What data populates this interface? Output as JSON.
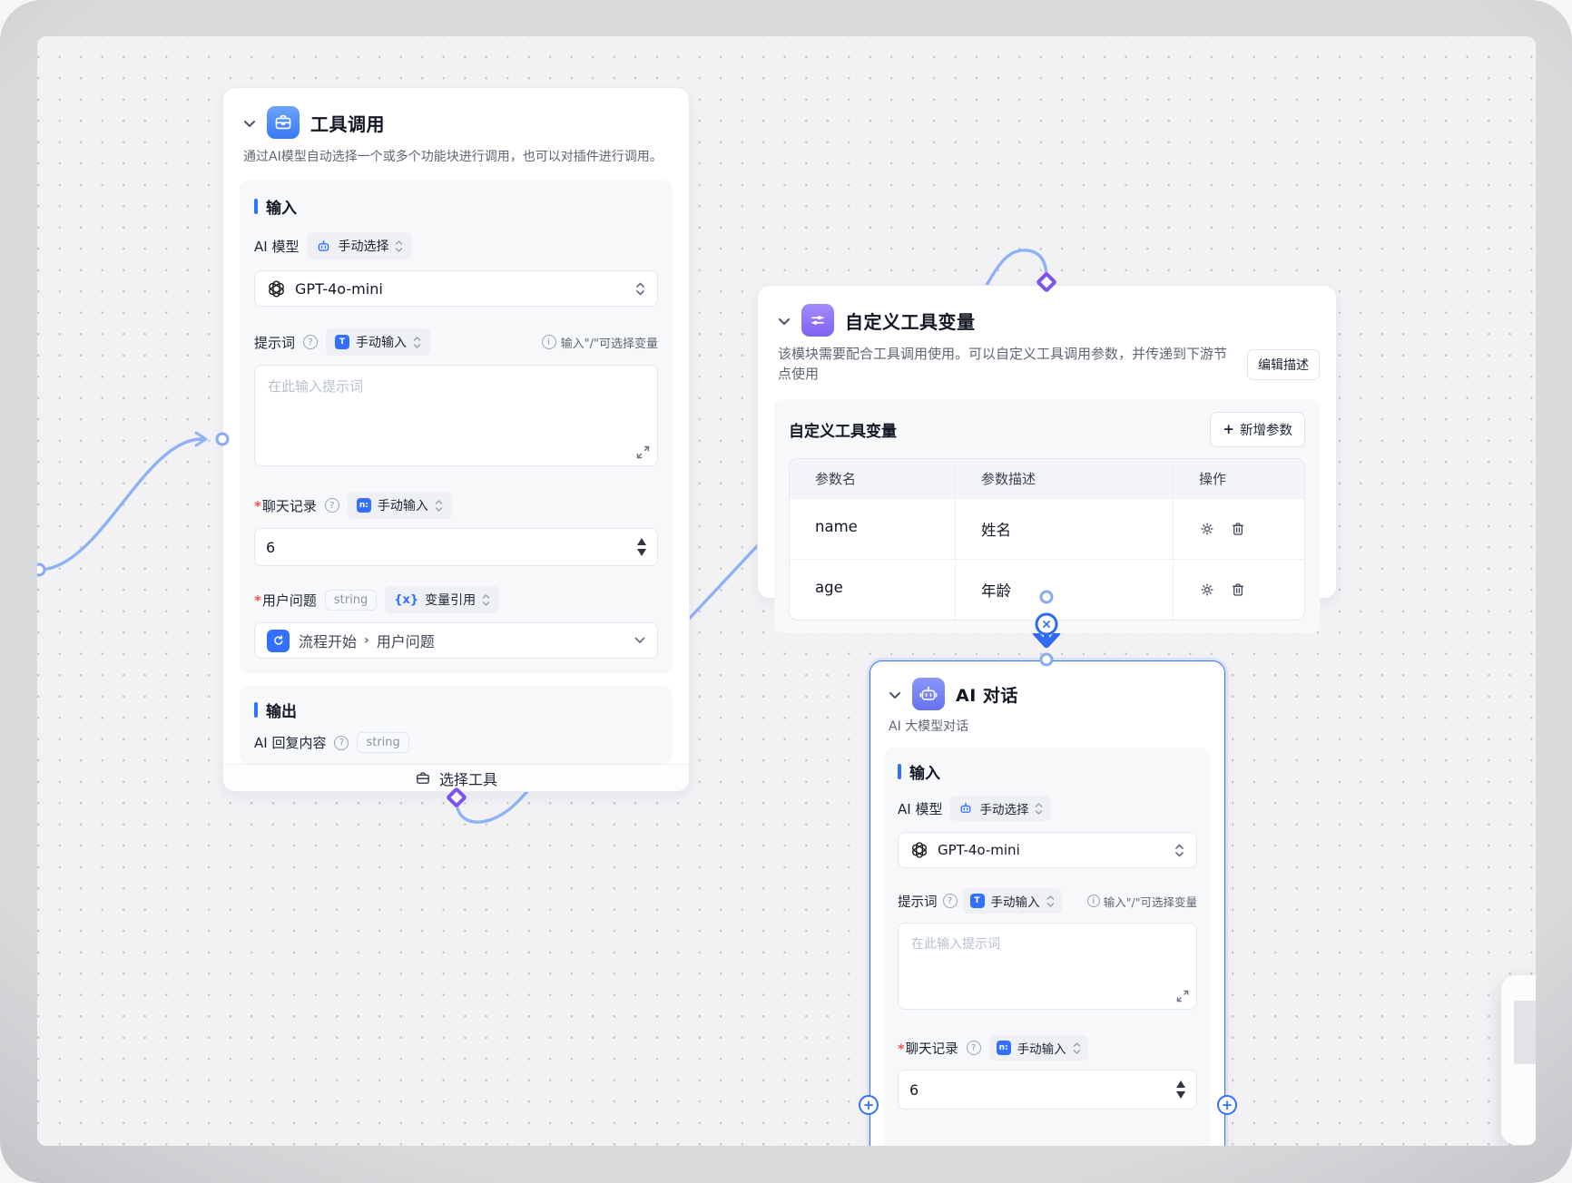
{
  "icons": {
    "plus": "+",
    "question": "?",
    "info": "i",
    "cross": "×"
  },
  "colors": {
    "accent": "#3370ff",
    "edge": "#8fb2f3",
    "diamond": "#7b52ee",
    "connector": "#2e6bf2"
  },
  "nodes": {
    "tool_call": {
      "title": "工具调用",
      "description": "通过AI模型自动选择一个或多个功能块进行调用，也可以对插件进行调用。",
      "input_label": "输入",
      "output_label": "输出",
      "model_label": "AI 模型",
      "model_badge": "手动选择",
      "model_value": "GPT-4o-mini",
      "prompt_label": "提示词",
      "prompt_badge": "手动输入",
      "prompt_badge_icon": "T",
      "prompt_hint": "输入\"/\"可选择变量",
      "prompt_placeholder": "在此输入提示词",
      "history_label": "聊天记录",
      "history_badge": "手动输入",
      "history_badge_icon": "n:",
      "history_value": "6",
      "question_label": "用户问题",
      "question_type": "string",
      "question_badge": "变量引用",
      "question_badge_icon": "{x}",
      "question_ref_source": "流程开始",
      "question_ref_field": "用户问题",
      "output_name": "AI 回复内容",
      "output_type": "string",
      "footer_button": "选择工具"
    },
    "custom_tool_vars": {
      "title": "自定义工具变量",
      "description": "该模块需要配合工具调用使用。可以自定义工具调用参数，并传递到下游节点使用",
      "edit_button": "编辑描述",
      "panel_title": "自定义工具变量",
      "add_button": "新增参数",
      "table": {
        "headers": [
          "参数名",
          "参数描述",
          "操作"
        ],
        "rows": [
          {
            "name": "name",
            "desc": "姓名"
          },
          {
            "name": "age",
            "desc": "年龄"
          }
        ]
      }
    },
    "ai_chat": {
      "title": "AI 对话",
      "subtitle": "AI 大模型对话",
      "input_label": "输入",
      "model_label": "AI 模型",
      "model_badge": "手动选择",
      "model_value": "GPT-4o-mini",
      "prompt_label": "提示词",
      "prompt_badge": "手动输入",
      "prompt_badge_icon": "T",
      "prompt_hint": "输入\"/\"可选择变量",
      "prompt_placeholder": "在此输入提示词",
      "history_label": "聊天记录",
      "history_badge": "手动输入",
      "history_badge_icon": "n:",
      "history_value": "6"
    }
  }
}
